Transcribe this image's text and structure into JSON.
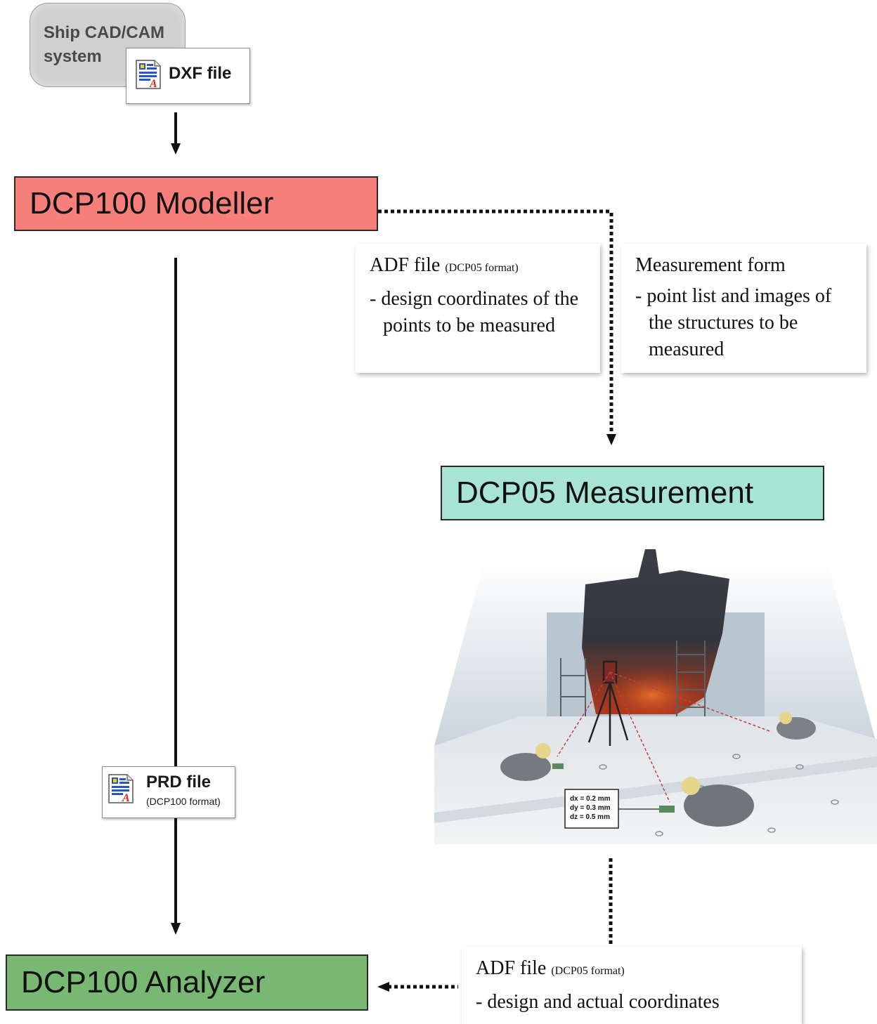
{
  "source_system": {
    "label": "Ship CAD/CAM\nsystem"
  },
  "dxf_file": {
    "name": "DXF file",
    "icon": "document-icon"
  },
  "modeller": {
    "label": "DCP100 Modeller",
    "color": "#f67f7c"
  },
  "adf_input": {
    "title": "ADF file",
    "format": "(DCP05 format)",
    "description": "- design coordinates of the points to be measured"
  },
  "measurement_form": {
    "title": "Measurement form",
    "description": "- point list and images of the structures to be measured"
  },
  "measurement": {
    "label": "DCP05 Measurement",
    "color": "#a8e4d4"
  },
  "illustration": {
    "readout": [
      "dx = 0.2 mm",
      "dy = 0.3 mm",
      "dz = 0.5 mm"
    ]
  },
  "prd_file": {
    "name": "PRD file",
    "format": "(DCP100 format)",
    "icon": "document-icon"
  },
  "analyzer": {
    "label": "DCP100 Analyzer",
    "color": "#78b873"
  },
  "adf_output": {
    "title": "ADF file",
    "format": "(DCP05 format)",
    "description": "- design and actual coordinates"
  }
}
